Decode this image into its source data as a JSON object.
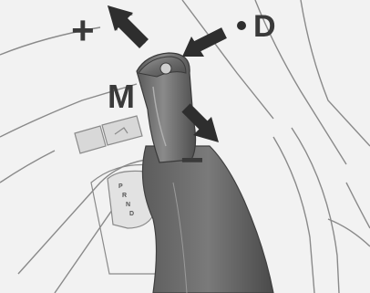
{
  "labels": {
    "plus": "+",
    "drive": "D",
    "manual": "M",
    "minus": "−"
  },
  "gate_letters": [
    "P",
    "R",
    "N",
    "D"
  ],
  "colors": {
    "background": "#f2f2f2",
    "lines": "#8a8a8a",
    "shift_lever": "#6b6b6b",
    "arrows": "#2e2e2e",
    "labels": "#3a3a3a"
  }
}
